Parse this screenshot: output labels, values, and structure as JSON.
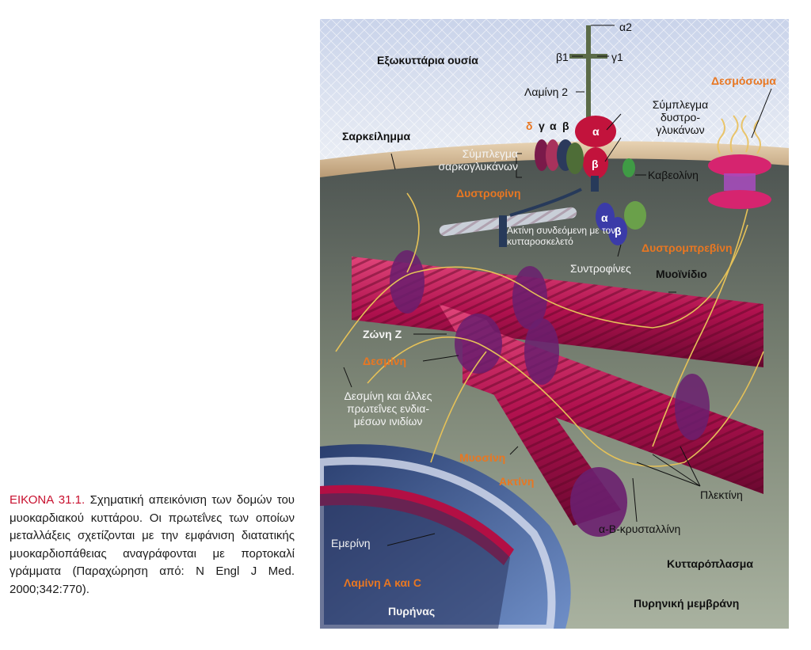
{
  "caption": {
    "label": "ΕΙΚΟΝΑ 31.1.",
    "text": " Σχηματική απεικόνιση των δομών του μυοκαρδιακού κυττάρου. Οι πρωτεΐνες των οποίων μεταλλάξεις σχετίζονται με την εμφάνιση διατατικής μυοκαρδιοπάθειας αναγράφονται με πορτοκαλί γράμματα (Παραχώρηση από: N Engl J Med. 2000;342:770)."
  },
  "labels": {
    "a2": "α2",
    "b1": "β1",
    "g1": "γ1",
    "extracellular": "Εξωκυττάρια ουσία",
    "laminin2": "Λαμίνη 2",
    "desmosome": "Δεσμόσωμα",
    "dystroglycan": "Σύμπλεγμα δυστρο- γλυκάνων",
    "sarcolemma": "Σαρκείλημμα",
    "delta": "δ",
    "gamma": "γ",
    "alpha_s": "α",
    "beta_s": "β",
    "alpha_dg": "α",
    "beta_dg": "β",
    "sarcoglycan": "Σύμπλεγμα σαρκογλυκάνων",
    "caveolin": "Καβεολίνη",
    "dystrophin": "Δυστροφίνη",
    "actin_linked": "Ακτίνη συνδεόμενη με τον κυτταροσκελετό",
    "alpha_syn": "α",
    "beta_syn": "β",
    "syntrophins": "Συντροφίνες",
    "dystrobrevin": "Δυστρομπρεβίνη",
    "myofibril": "Μυοϊνίδιο",
    "zline": "Ζώνη Ζ",
    "desmin": "Δεσμίνη",
    "desmin_other": "Δεσμίνη και άλλες πρωτεΐνες ενδια- μέσων ινιδίων",
    "myosin": "Μυοσίνη",
    "actin": "Ακτίνη",
    "plectin": "Πλεκτίνη",
    "crystallin": "α-Β-κρυσταλλίνη",
    "emerin": "Εμερίνη",
    "cytoplasm": "Κυτταρόπλασμα",
    "lamin_ac": "Λαμίνη Α και C",
    "nucleus": "Πυρήνας",
    "nuclear_membrane": "Πυρηνική μεμβράνη"
  }
}
